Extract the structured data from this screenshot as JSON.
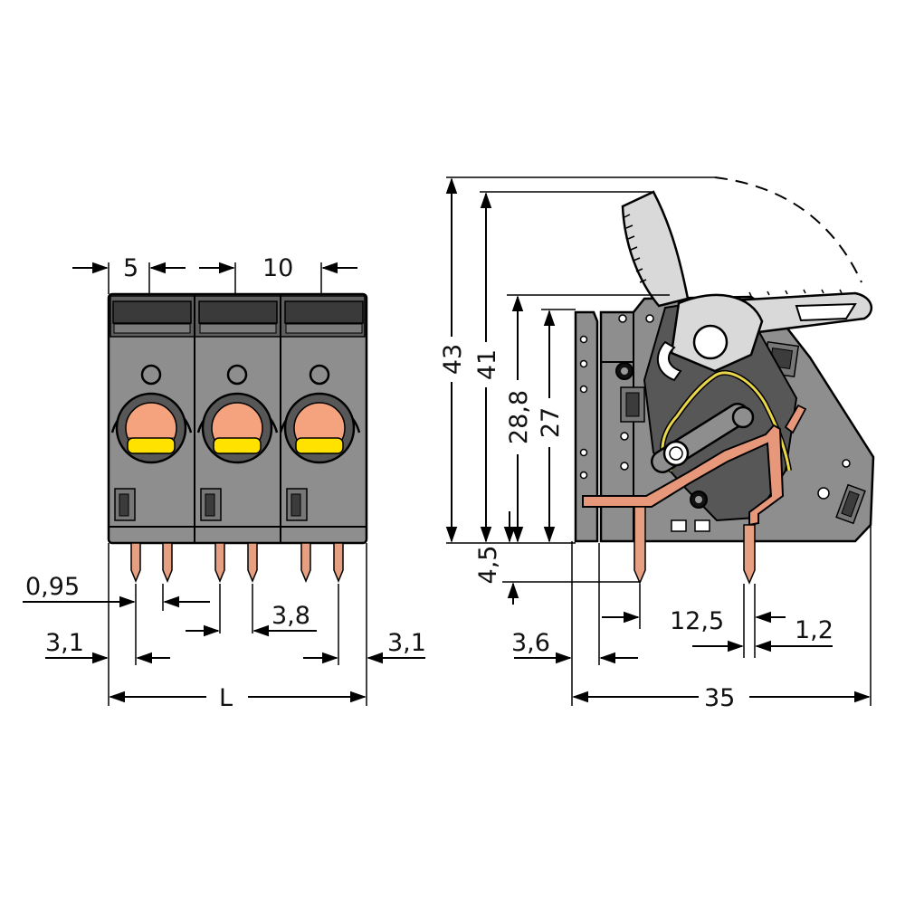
{
  "front_view": {
    "dimensions": {
      "pitch_small": "5",
      "pitch_large": "10",
      "pin_width": "0,95",
      "pin_spacing": "3,8",
      "edge_left": "3,1",
      "edge_right": "3,1",
      "length": "L"
    },
    "colors": {
      "housing": "#8e8e8e",
      "housing_dark": "#575757",
      "button": "#f4a37e",
      "stripe": "#ffe200",
      "pin": "#e6a081"
    }
  },
  "side_view": {
    "dimensions": {
      "height_total": "43",
      "height_lever": "41",
      "height_body": "28,8",
      "height_inner": "27",
      "pin_length": "4,5",
      "offset": "3,6",
      "pin_offset": "12,5",
      "pin_width": "1,2",
      "depth": "35"
    },
    "colors": {
      "lever": "#d9d9d9",
      "clamp_spring": "#e9d64a",
      "busbar": "#e8987a"
    }
  }
}
